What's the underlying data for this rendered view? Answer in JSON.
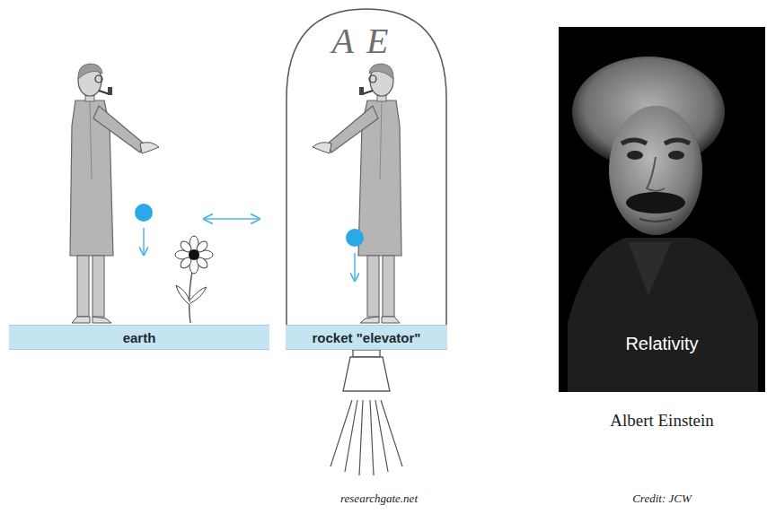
{
  "diagram": {
    "caption": "Albert Einstein",
    "nodes": [
      {
        "text": [
          "earth"
        ]
      },
      {
        "text": [
          "AE"
        ]
      },
      {
        "text": [
          "rocket \"elevator\""
        ],
        "in": 1
      },
      {
        "text": [
          "Relativity"
        ]
      }
    ],
    "labels": [
      "researchgate.net",
      "Credit: JCW"
    ]
  }
}
